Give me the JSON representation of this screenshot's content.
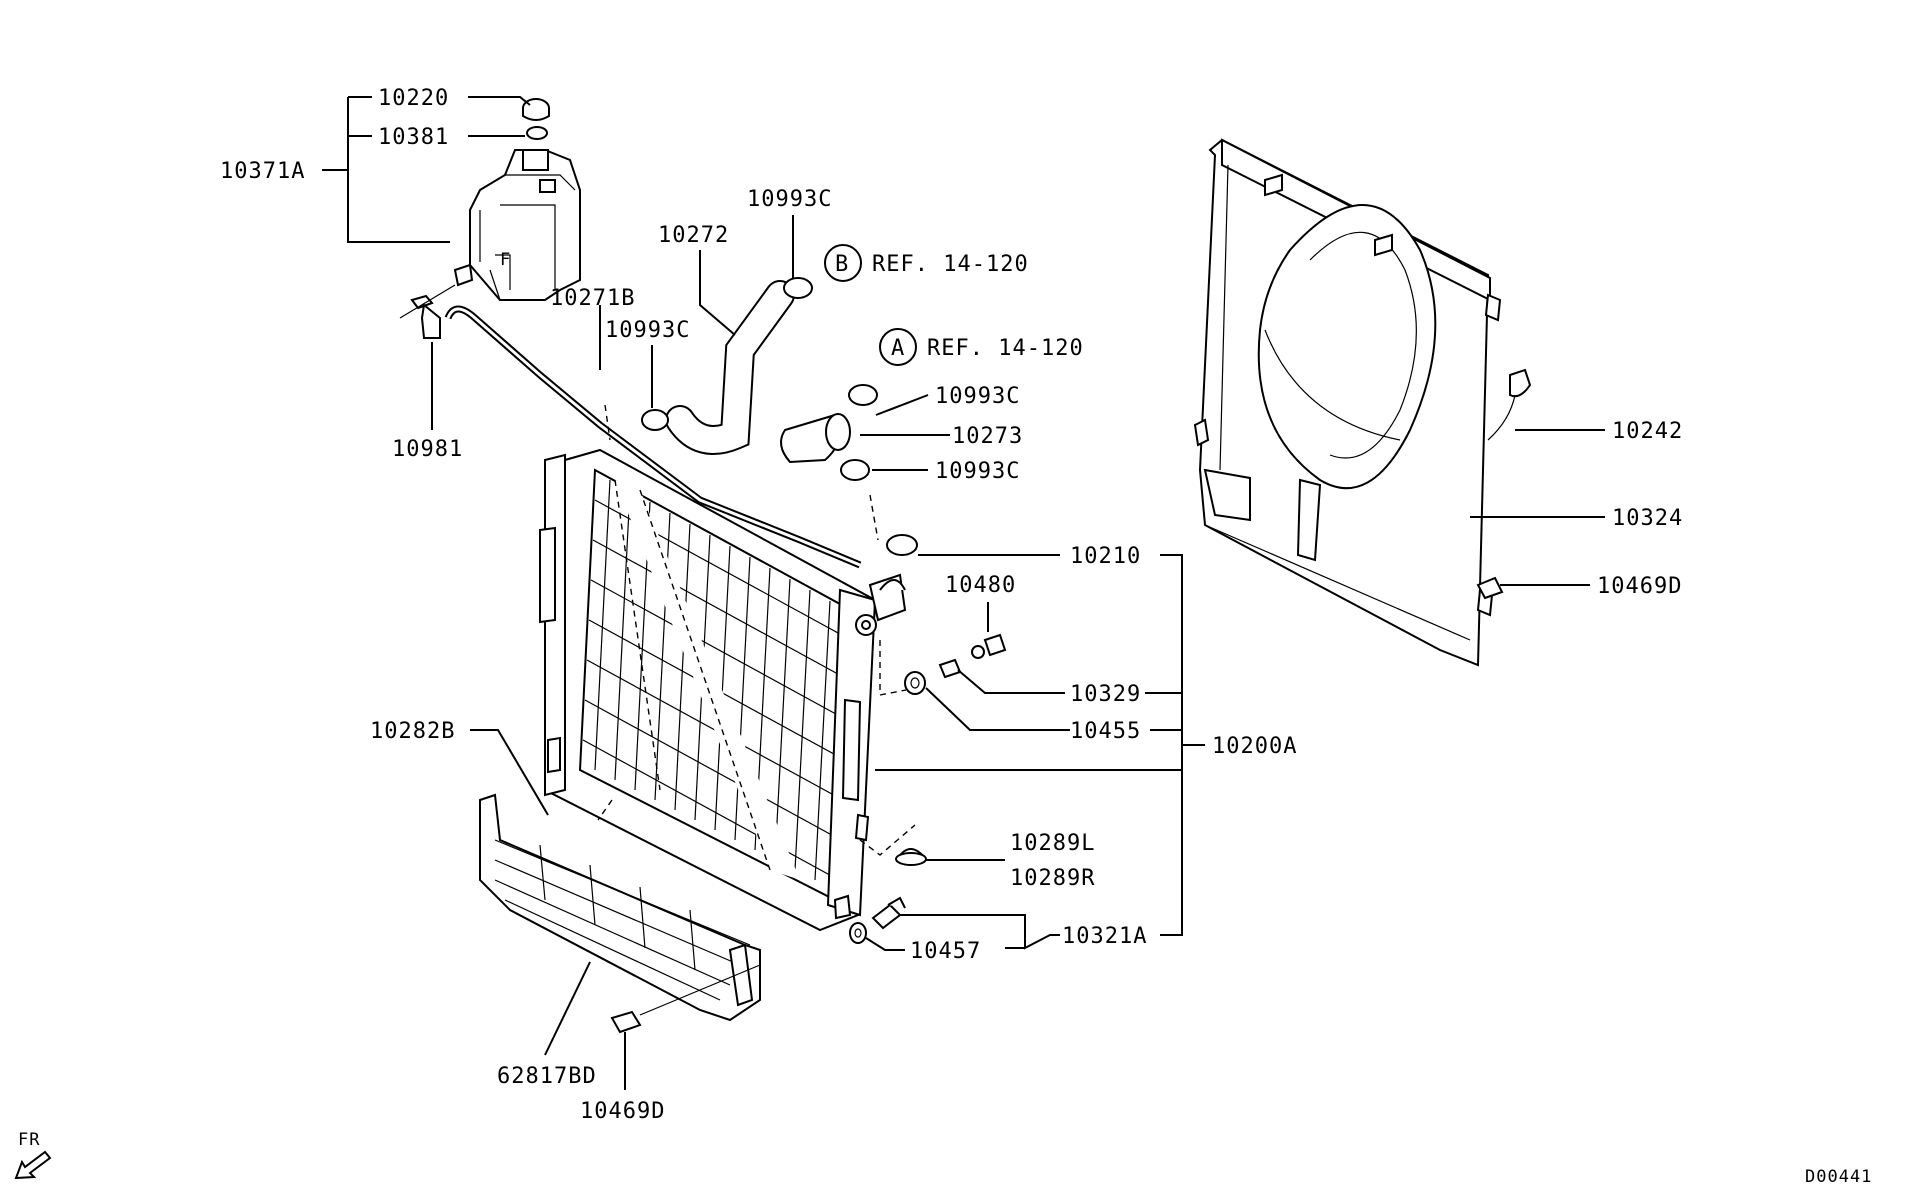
{
  "labels": {
    "p10220": "10220",
    "p10381": "10381",
    "p10371A": "10371A",
    "p10981": "10981",
    "p10271B": "10271B",
    "p10272": "10272",
    "p10993C_top": "10993C",
    "p10993C_mid": "10993C",
    "p10993C_r1": "10993C",
    "p10993C_r2": "10993C",
    "p10273": "10273",
    "refB": "REF. 14-120",
    "refA": "REF. 14-120",
    "circleB": "B",
    "circleA": "A",
    "p10210": "10210",
    "p10480": "10480",
    "p10329": "10329",
    "p10455": "10455",
    "p10200A": "10200A",
    "p10282B": "10282B",
    "p10289L": "10289L",
    "p10289R": "10289R",
    "p10321A": "10321A",
    "p10457": "10457",
    "p62817BD": "62817BD",
    "p10469D_bottom": "10469D",
    "p10242": "10242",
    "p10324": "10324",
    "p10469D_right": "10469D",
    "direction": "FR",
    "diagram_id": "D00441"
  }
}
